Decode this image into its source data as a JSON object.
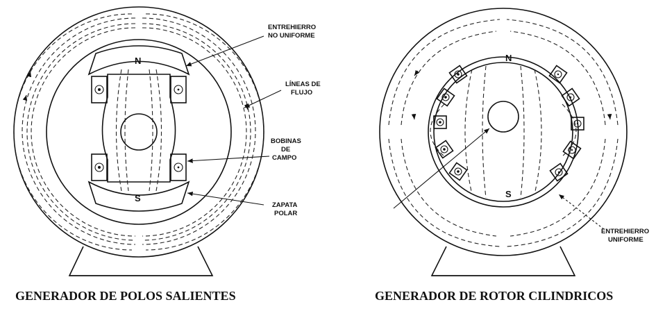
{
  "salient_pole": {
    "caption": "GENERADOR DE POLOS SALIENTES",
    "pole_north": "N",
    "pole_south": "S",
    "labels": {
      "air_gap_line1": "ENTREHIERRO",
      "air_gap_line2": "NO UNIFORME",
      "flux_line1": "LÍNEAS DE",
      "flux_line2": "FLUJO",
      "coils_line1": "BOBINAS",
      "coils_line2": "DE",
      "coils_line3": "CAMPO",
      "shoe_line1": "ZAPATA",
      "shoe_line2": "POLAR"
    }
  },
  "cylindrical_rotor": {
    "caption": "GENERADOR DE ROTOR CILINDRICOS",
    "pole_north": "N",
    "pole_south": "S",
    "labels": {
      "air_gap_line1": "ENTREHIERRO",
      "air_gap_line2": "UNIFORME"
    }
  }
}
